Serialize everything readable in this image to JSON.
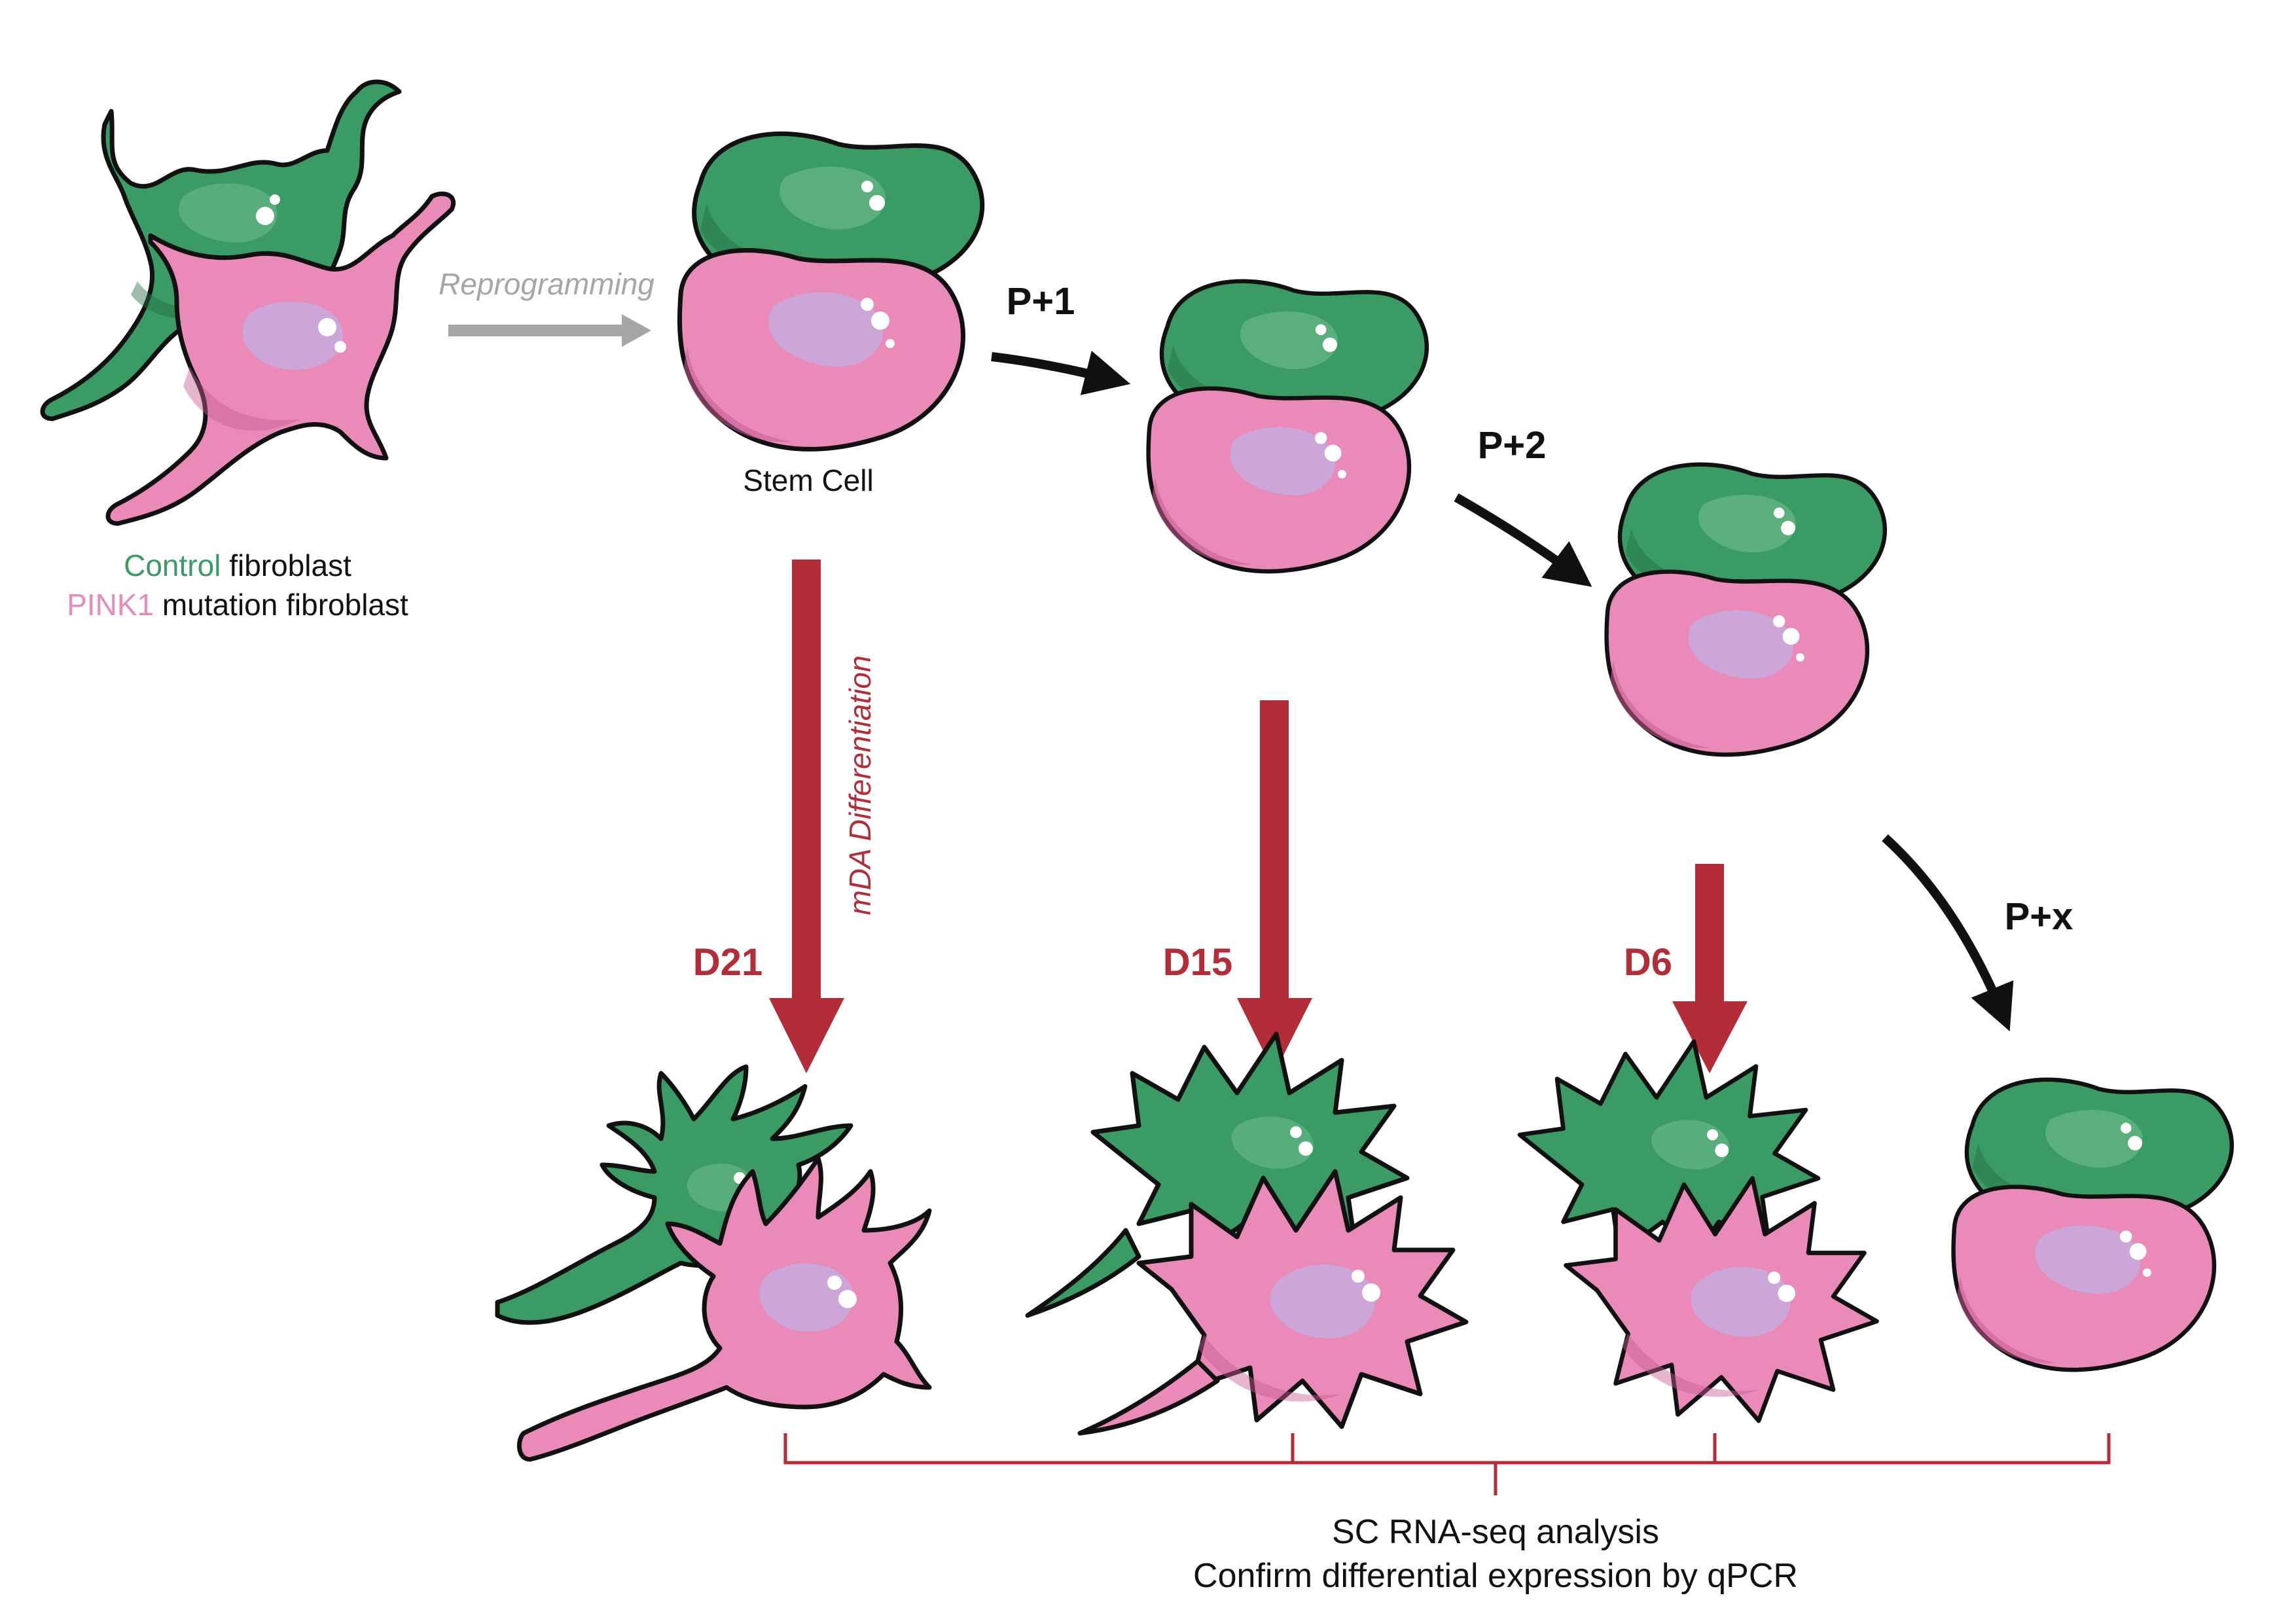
{
  "colors": {
    "green": "#3b9b64",
    "green_dark": "#236e45",
    "green_light": "#74bf92",
    "pink": "#e98ab9",
    "pink_dark": "#c85d93",
    "pink_light": "#f4b6d4",
    "nucleus": "#c9a8dc",
    "red": "#b32d38",
    "gray": "#a6a6a6",
    "black": "#111111"
  },
  "legend": {
    "control_word": "Control",
    "control_rest": " fibroblast",
    "pink1_word": "PINK1",
    "pink1_rest": " mutation fibroblast"
  },
  "reprogramming_label": "Reprogramming",
  "stem_cell_label": "Stem Cell",
  "differentiation_label": "mDA Differentiation",
  "passages": {
    "p1": "P+1",
    "p2": "P+2",
    "px": "P+x"
  },
  "days": {
    "d21": "D21",
    "d15": "D15",
    "d6": "D6"
  },
  "analysis": {
    "line1": "SC RNA-seq analysis",
    "line2": "Confirm differential expression by qPCR"
  }
}
